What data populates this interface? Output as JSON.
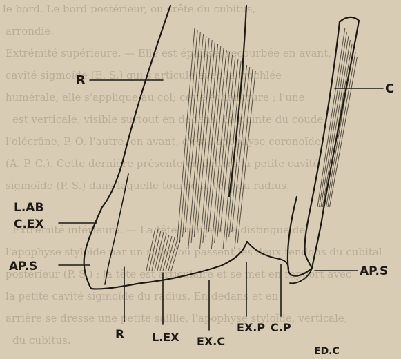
{
  "background_text": [
    "le bord. Le bord postérieur, ou crête du cubitus,",
    "arrondie.",
    "Extrémité supérieure. — Elle est épaisse, recourbée en avant,",
    "cavité sigmoïde (E. S.) qui s'articule avec la trochlée",
    "humérale; elle s'applique au col; cette échancrure ; l'une",
    "est verticale, visible surtout en dedans. La pointe du coude",
    "l'olécrâne, P. O. l'autre, en avant, c'est l'apophyse coronoïde",
    "(A. P. C.). Cette dernière présente en dehors la petite cavité",
    "sigmoïde (P. S.) dans laquelle tourne la tête du radius.",
    "",
    "Extrémité inférieure. — La tête cubitale se distingue de",
    "l'apophyse styloïde par un sillon où passent les deux tendons du cubital",
    "postérieur (P. S.) ; la tête est articulaire et se met en rapport avec",
    "la petite cavité sigmoïde du radius. En dedans et en",
    "arrière se dresse une petite saillie, l'apophyse styloïde, verticale,",
    "du cubitus."
  ],
  "labels": {
    "R_top": "R",
    "C": "C",
    "LAB": "L.AB",
    "CEX": "C.EX",
    "APS_left": "AP.S",
    "R_bottom": "R",
    "LEX": "L.EX",
    "EXC": "EX.C",
    "EXP": "EX.P",
    "CP": "C.P",
    "APS_right": "AP.S",
    "EDC": "ED.C"
  }
}
